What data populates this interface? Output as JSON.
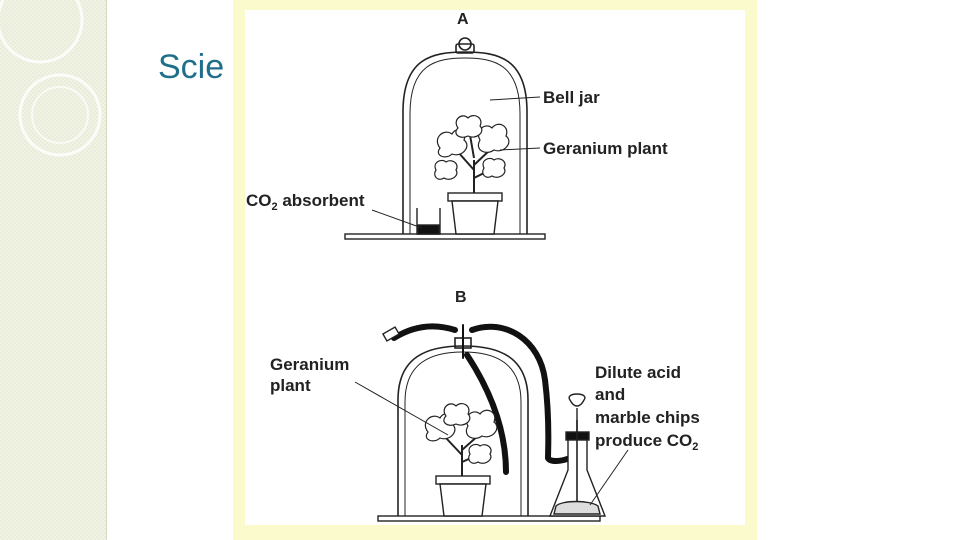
{
  "slide": {
    "title": "Scie"
  },
  "diagram": {
    "panel_a": {
      "letter": "A",
      "labels": {
        "bell_jar": "Bell jar",
        "geranium_plant": "Geranium plant",
        "co2_absorbent_prefix": "CO",
        "co2_absorbent_sub": "2",
        "co2_absorbent_suffix": " absorbent"
      }
    },
    "panel_b": {
      "letter": "B",
      "labels": {
        "geranium_line1": "Geranium",
        "geranium_line2": "plant",
        "acid_line1": "Dilute acid",
        "acid_line2": "and",
        "acid_line3": "marble chips",
        "acid_line4_prefix": "produce CO",
        "acid_line4_sub": "2"
      }
    }
  },
  "colors": {
    "title": "#1f6f8b",
    "frame": "#fbfacc",
    "side_panel": "#e8ecd8",
    "ink": "#222222"
  }
}
